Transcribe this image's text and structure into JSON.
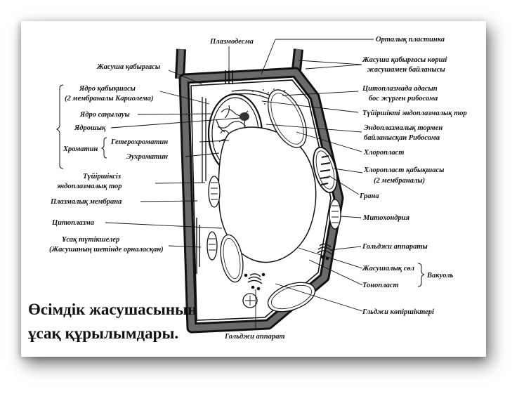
{
  "title": {
    "line1": "Өсімдік жасушасының",
    "line2": "ұсақ құрылымдары."
  },
  "labels": {
    "plasmodesma": "Плазмодесма",
    "middle_lamella": "Орталық пластинка",
    "cell_wall": "Жасуша қабырғасы",
    "wall_contact_1": "Жасуша қабырғасы көрші",
    "wall_contact_2": "жасушамен байланысы",
    "nuclear_envelope_1": "Ядро қабықшасы",
    "nuclear_envelope_2": "(2 мембраналы Кариолема)",
    "free_ribosomes_1": "Цитоплазмада адасып",
    "free_ribosomes_2": "бос жүрген рибосома",
    "nuclear_pore": "Ядро саңылауы",
    "rough_er": "Түйіршікті эндоплазмалық тор",
    "nucleolus": "Ядрошық",
    "er_bound_ribosome_1": "Эндоплазмалық тормен",
    "er_bound_ribosome_2": "байланысқан  Рибосома",
    "heterochromatin": "Гетерохроматин",
    "chromatin": "Хроматин",
    "chloroplast": "Хлоропласт",
    "euchromatin": "Эухроматин",
    "chloroplast_envelope_1": "Хлоропласт қабықшасы",
    "chloroplast_envelope_2": "(2 мембраналы)",
    "smooth_er_1": "Түйіршіксіз",
    "smooth_er_2": "эндоплазмалық тор",
    "grana": "Грана",
    "plasma_membrane": "Плазмалық мембрана",
    "mitochondrion": "Митохондрия",
    "cytoplasm": "Цитоплазма",
    "microtubules_1": "Ұсақ түтікшелер",
    "microtubules_2": "(Жасушаның шетінде орналасқан)",
    "golgi_apparatus": "Гольджи аппараты",
    "cell_sap": "Жасушалық сөл",
    "vacuole": "Вакуоль",
    "tonoplast": "Тонопласт",
    "golgi_vesicles": "Гльджи көпіршіктері",
    "golgi_apparat": "Гольджи аппарат"
  },
  "colors": {
    "ink": "#111111",
    "background": "#ffffff",
    "wall_fill": "#6a6a6a"
  }
}
